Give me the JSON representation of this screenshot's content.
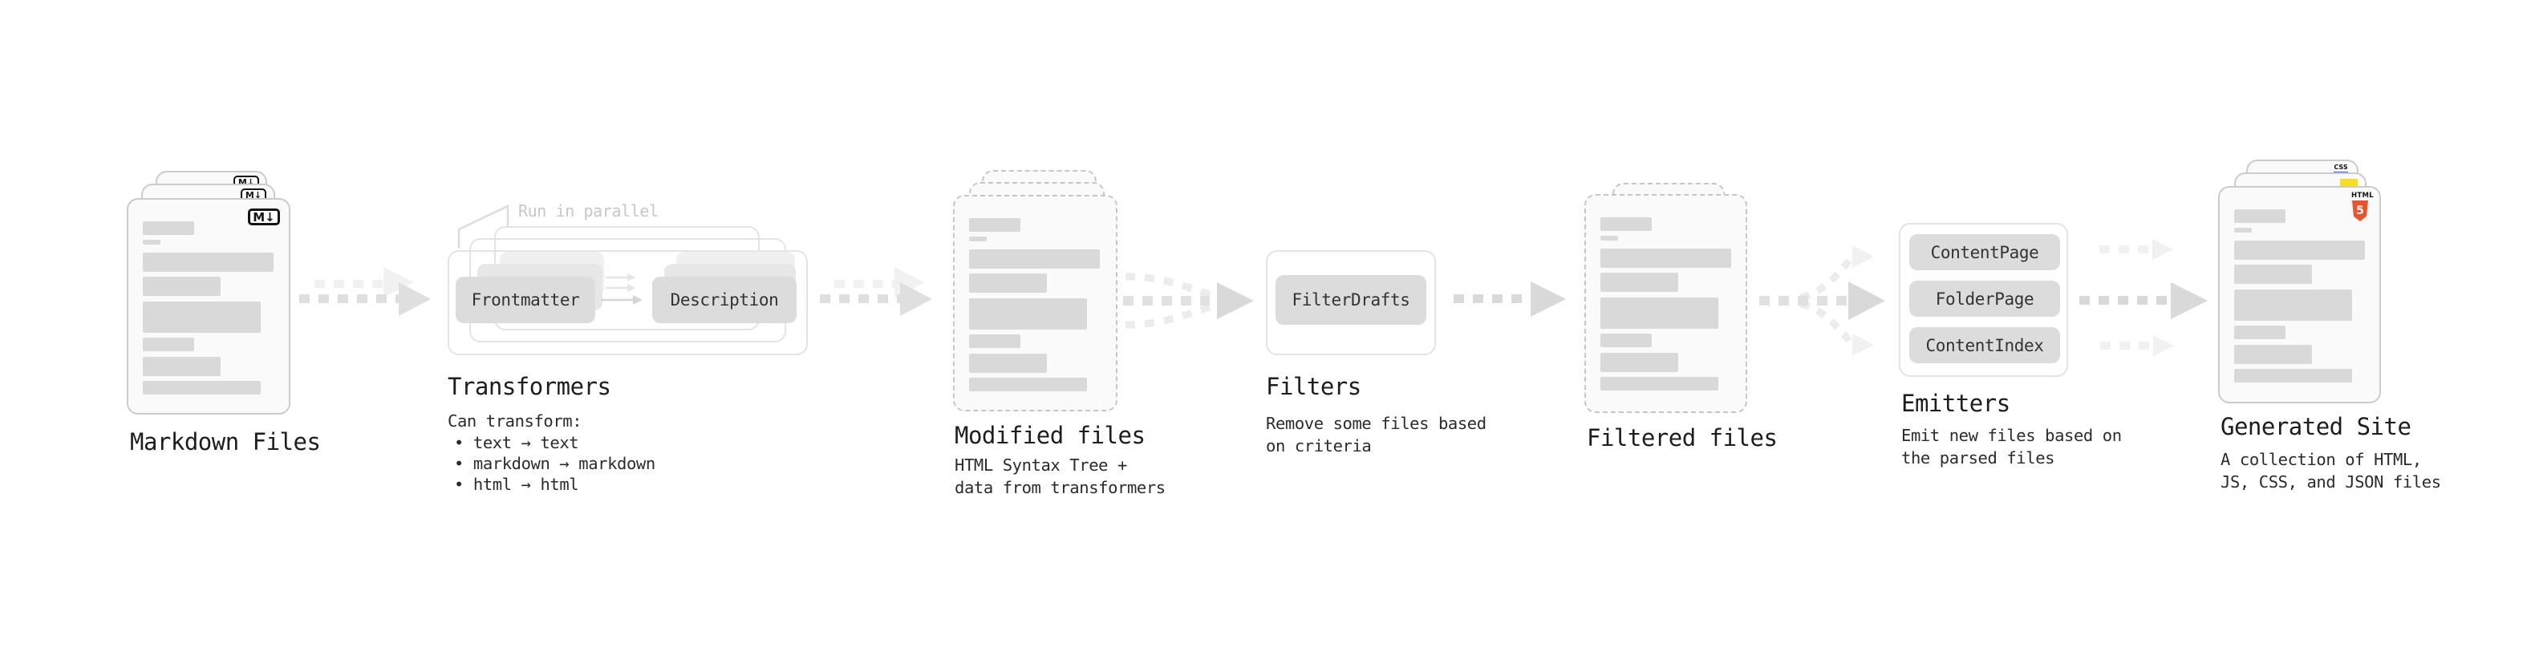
{
  "stages": {
    "markdown_files": {
      "title": "Markdown Files"
    },
    "transformers": {
      "title": "Transformers",
      "annotation": "Run in parallel",
      "input_pill": "Frontmatter",
      "output_pill": "Description",
      "note_heading": "Can transform:",
      "note_items": [
        "• text → text",
        "• markdown → markdown",
        "• html → html"
      ]
    },
    "modified_files": {
      "title": "Modified files",
      "caption_lines": [
        "HTML Syntax Tree +",
        "data from transformers"
      ]
    },
    "filters": {
      "title": "Filters",
      "pill": "FilterDrafts",
      "caption_lines": [
        "Remove some files based",
        "on criteria"
      ]
    },
    "filtered_files": {
      "title": "Filtered files"
    },
    "emitters": {
      "title": "Emitters",
      "pills": [
        "ContentPage",
        "FolderPage",
        "ContentIndex"
      ],
      "caption_lines": [
        "Emit new files based on",
        "the parsed files"
      ]
    },
    "generated_site": {
      "title": "Generated Site",
      "caption_lines": [
        "A collection of HTML,",
        "JS, CSS, and JSON files"
      ]
    }
  },
  "icons": {
    "markdown_badge": "M↓",
    "html5_word": "HTML",
    "html5_five": "5",
    "css_word": "CSS"
  },
  "colors": {
    "text": "#1d1d1d",
    "caption_text": "#2b2b2b",
    "muted_text": "#c7c7c7",
    "card_bg": "#fafafa",
    "card_border": "#cbcbcb",
    "dashed_border": "#c6c6c6",
    "box_border": "#e4e4e4",
    "bar": "#d9d9d9",
    "pill_bg": "#dcdcdc",
    "pill_ghost1": "#e7e7e7",
    "pill_ghost2": "#f0f0f0",
    "arrow": "#dfdfdf",
    "arrow_dark": "#d9d9d9",
    "arrow_soft": "#f1f1f1",
    "curve": "#ececec",
    "js_yellow": "#f7df1e",
    "html5_orange": "#e8552d",
    "css_blue": "#2b6ae8",
    "badge_border": "#141414"
  }
}
